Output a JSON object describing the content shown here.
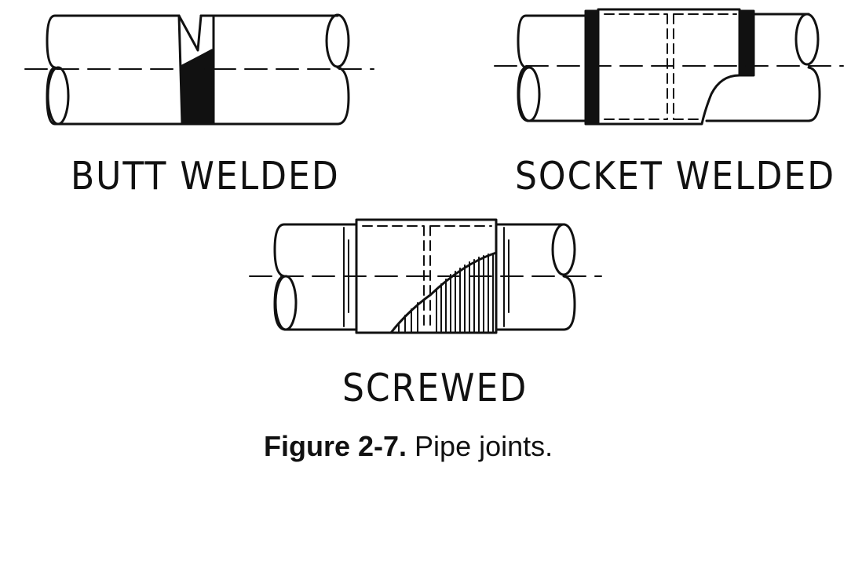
{
  "labels": {
    "butt": "BUTT WELDED",
    "socket": "SOCKET WELDED",
    "screwed": "SCREWED"
  },
  "caption": {
    "number": "Figure 2-7.",
    "text": " Pipe joints."
  },
  "colors": {
    "ink": "#111111",
    "paper": "#ffffff"
  }
}
